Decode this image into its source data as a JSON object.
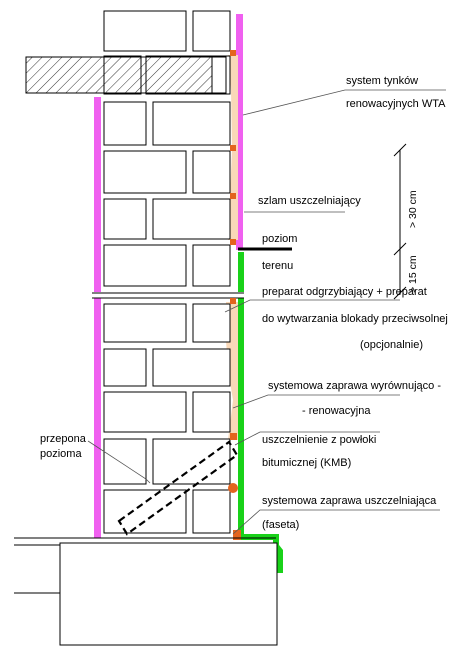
{
  "labels": {
    "wta_1": "system tynków",
    "wta_2": "renowacyjnych WTA",
    "szlam": "szlam uszczelniający",
    "poziom": "poziom",
    "terenu": "terenu",
    "preparat_1": "preparat odgrzybiający + preparat",
    "preparat_2": "do wytwarzania blokady przeciwsolnej",
    "preparat_3": "(opcjonalnie)",
    "zaprawa_wyr_1": "systemowa zaprawa wyrównująco -",
    "zaprawa_wyr_2": "- renowacyjna",
    "kmb_1": "uszczelnienie z  powłoki",
    "kmb_2": "bitumicznej  (KMB)",
    "faseta_1": "systemowa zaprawa uszczelniająca",
    "faseta_2": "(faseta)",
    "przepona_1": "przepona",
    "przepona_2": "pozioma",
    "dim_upper": "> 30 cm",
    "dim_lower": "> 15 cm"
  },
  "colors": {
    "wta_plaster": "#f060f0",
    "bitumen_kmb": "#19d219",
    "leveling_mortar": "#f9d8b8",
    "sealing_slurry": "#e3641e",
    "outline": "#000000"
  }
}
